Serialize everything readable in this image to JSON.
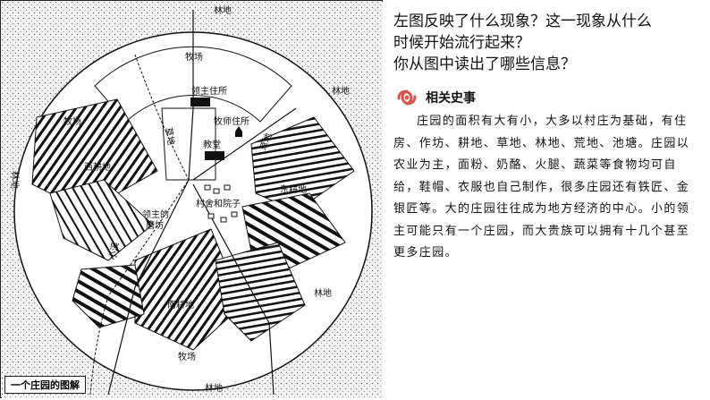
{
  "map": {
    "caption": "一个庄园的图解",
    "labels": {
      "forest_top": "林地",
      "pasture_top": "牧场",
      "lord_house": "领主住所",
      "priest_house": "牧师住所",
      "church": "教堂",
      "forest_right": "林地",
      "pasture_left": "牧场",
      "meadow_left": "草地",
      "meadow_right": "草地",
      "west_field": "西耕地",
      "forest_left": "林地",
      "east_field": "东耕地",
      "village": "村舍和院子",
      "lord_mill": "领主的磨坊",
      "stream": "小溪",
      "forest_bottom_right": "林地",
      "south_field": "南耕地",
      "pasture_bottom": "牧场",
      "forest_bottom": "林地"
    }
  },
  "question": {
    "line1": "左图反映了什么现象？这一现象从什么",
    "line2": "时候开始流行起来？",
    "line3": "你从图中读出了哪些信息？"
  },
  "section": {
    "title": "相关史事",
    "body": "庄园的面积有大有小，大多以村庄为基础，有住房、作坊、耕地、草地、林地、荒地、池塘。庄园以农业为主，面粉、奶酪、火腿、蔬菜等食物均可自给，鞋帽、衣服也自己制作，很多庄园还有铁匠、金银匠等。大的庄园往往成为地方经济的中心。小的领主可能只有一个庄园，而大贵族可以拥有十几个甚至更多庄园。"
  },
  "colors": {
    "icon_accent": "#d9534f",
    "ink": "#111111"
  }
}
